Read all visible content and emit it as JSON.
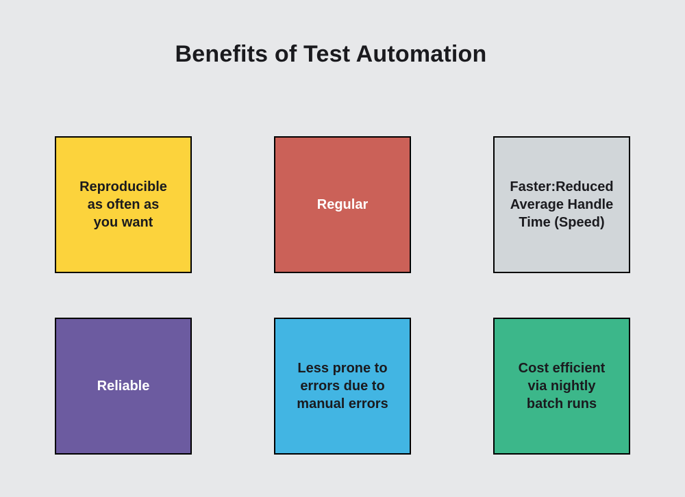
{
  "page": {
    "background": "#E7E8EA",
    "title": "Benefits of Test Automation",
    "title_color": "#1A1A1E",
    "box_border_color": "#000000"
  },
  "boxes": [
    {
      "id": "reproducible",
      "label": "Reproducible\nas often as\nyou want",
      "bg": "#FCD33C",
      "text_color": "#1A1A1E"
    },
    {
      "id": "regular",
      "label": "Regular",
      "bg": "#CB6158",
      "text_color": "#FFFFFF"
    },
    {
      "id": "faster",
      "label": "Faster:Reduced\nAverage Handle\nTime (Speed)",
      "bg": "#D1D6D9",
      "text_color": "#1A1A1E"
    },
    {
      "id": "reliable",
      "label": "Reliable",
      "bg": "#6C5BA0",
      "text_color": "#FFFFFF"
    },
    {
      "id": "less-prone",
      "label": "Less prone to\nerrors due to\nmanual errors",
      "bg": "#42B5E3",
      "text_color": "#1A1A1E"
    },
    {
      "id": "cost-efficient",
      "label": "Cost efficient\nvia nightly\nbatch runs",
      "bg": "#3CB78A",
      "text_color": "#1A1A1E"
    }
  ]
}
